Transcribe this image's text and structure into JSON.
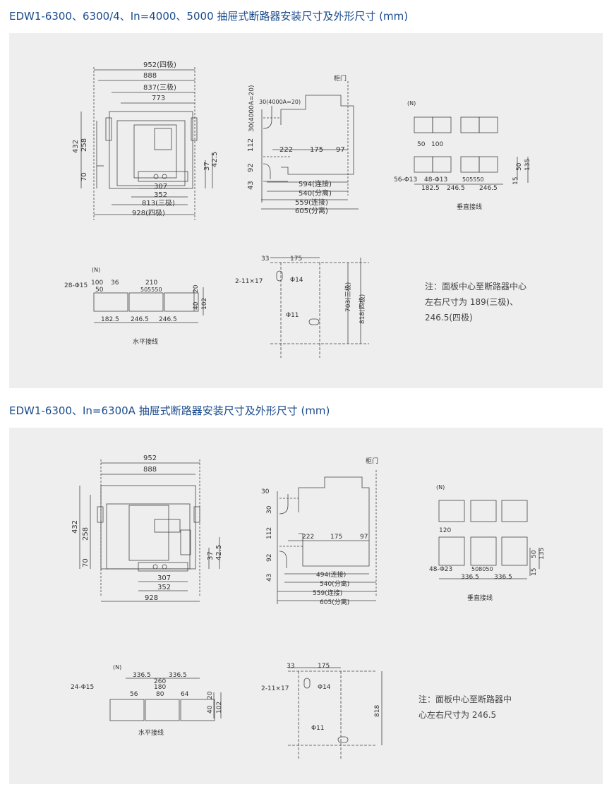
{
  "section1": {
    "title": "EDW1-6300、6300/4、In=4000、5000 抽屉式断路器安装尺寸及外形尺寸 (mm)",
    "front": {
      "d952": "952(四极)",
      "d888": "888",
      "d837": "837(三极)",
      "d773": "773",
      "d432": "432",
      "d258": "258",
      "d70": "70",
      "d37": "37",
      "d42_5": "42.5",
      "d307": "307",
      "d352": "352",
      "d813": "813(三极)",
      "d928": "928(四极)"
    },
    "side": {
      "door": "柜门",
      "d30v": "30(4000A=20)",
      "d30h": "30(4000A=20)",
      "d112": "112",
      "d92": "92",
      "d43": "43",
      "d222": "222",
      "d175": "175",
      "d97": "97",
      "d594": "594(连接)",
      "d540": "540(分离)",
      "d559": "559(连接)",
      "d605": "605(分离)"
    },
    "vertical": {
      "n": "(N)",
      "d50": "50",
      "d100": "100",
      "holes1": "56-Φ13",
      "holes2": "48-Φ13",
      "d182_5": "182.5",
      "d246_5a": "246.5",
      "d5550": "505550",
      "d246_5b": "246.5",
      "d15": "15",
      "d50b": "50",
      "d135": "135",
      "caption": "垂直接线"
    },
    "horizontal": {
      "n": "(N)",
      "holes": "28-Φ15",
      "d100": "100",
      "d36": "36",
      "d50": "50",
      "d210": "210",
      "d505550": "505550",
      "d20": "20",
      "d40": "40",
      "d102": "102",
      "d182_5": "182.5",
      "d246_5a": "246.5",
      "d246_5b": "246.5",
      "caption": "水平接线"
    },
    "panelcut": {
      "d33": "33",
      "d175": "175",
      "slot": "2-11×17",
      "phi14": "Φ14",
      "phi11": "Φ11",
      "d703": "703(三极)",
      "d818": "818(四极)"
    },
    "note": [
      "注：面板中心至断路器中心",
      "左右尺寸为 189(三极)、",
      "246.5(四极)"
    ]
  },
  "section2": {
    "title": "EDW1-6300、In=6300A 抽屉式断路器安装尺寸及外形尺寸 (mm)",
    "front": {
      "d952": "952",
      "d888": "888",
      "d432": "432",
      "d258": "258",
      "d70": "70",
      "d37": "37",
      "d42_5": "42.5",
      "d307": "307",
      "d352": "352",
      "d928": "928"
    },
    "side": {
      "door": "柜门",
      "d30a": "30",
      "d30b": "30",
      "d112": "112",
      "d92": "92",
      "d43": "43",
      "d222": "222",
      "d175": "175",
      "d97": "97",
      "d494": "494(连接)",
      "d540": "540(分离)",
      "d559": "559(连接)",
      "d605": "605(分离)"
    },
    "vertical": {
      "n": "(N)",
      "d120": "120",
      "holes": "48-Φ23",
      "d508050": "508050",
      "d336_5a": "336.5",
      "d336_5b": "336.5",
      "d15": "15",
      "d50": "50",
      "d135": "135",
      "caption": "垂直接线"
    },
    "horizontal": {
      "n": "(N)",
      "holes": "24-Φ15",
      "d336_5a": "336.5",
      "d336_5b": "336.5",
      "d260": "260",
      "d180": "180",
      "d80": "80",
      "d56": "56",
      "d64": "64",
      "d20": "20",
      "d40": "40",
      "d102": "102",
      "caption": "水平接线"
    },
    "panelcut": {
      "d33": "33",
      "d175": "175",
      "slot": "2-11×17",
      "phi14": "Φ14",
      "phi11": "Φ11",
      "d818": "818"
    },
    "note": [
      "注：面板中心至断路器中",
      "心左右尺寸为 246.5"
    ]
  }
}
